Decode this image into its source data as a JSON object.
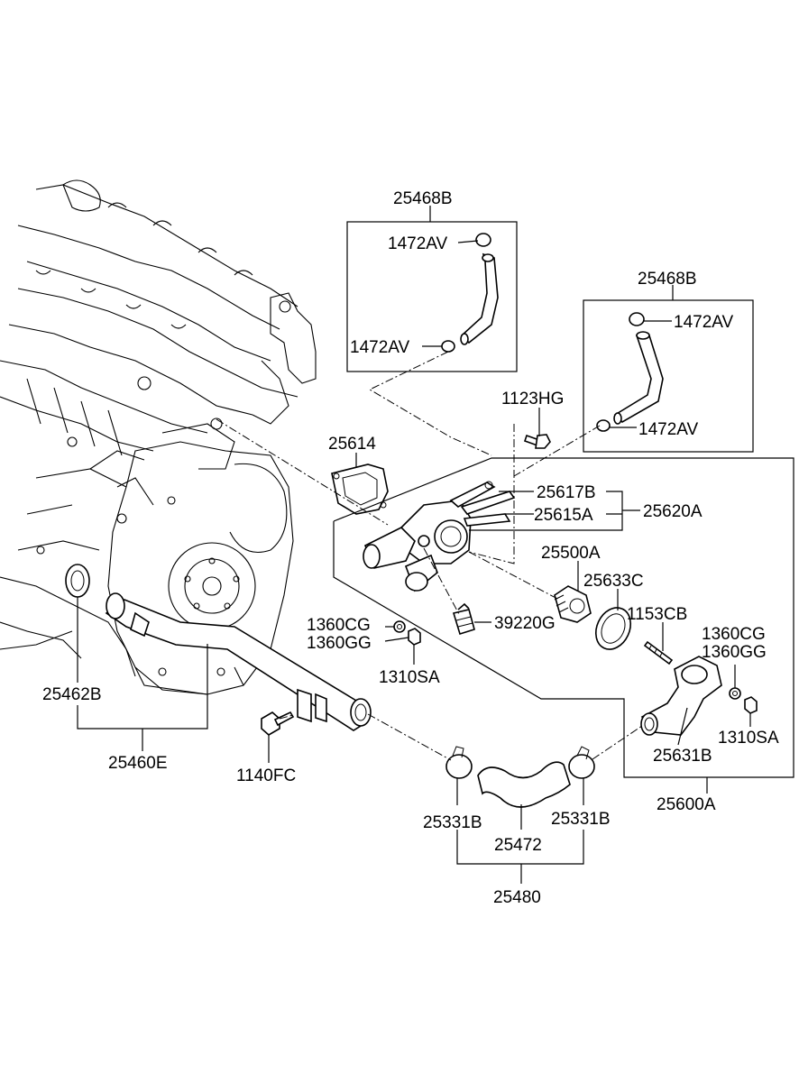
{
  "labels": {
    "hose_kit_top": "25468B",
    "clamp_top_upper": "1472AV",
    "clamp_top_lower": "1472AV",
    "hose_kit_right": "25468B",
    "clamp_right_upper": "1472AV",
    "clamp_right_lower": "1472AV",
    "bolt_1123HG": "1123HG",
    "gasket_25614": "25614",
    "pipe_25617B": "25617B",
    "pipe_25615A": "25615A",
    "housing_assy_25620A": "25620A",
    "thermostat_25500A": "25500A",
    "gasket_25633C": "25633C",
    "stud_1153CB": "1153CB",
    "washer_left_cg": "1360CG",
    "washer_left_gg": "1360GG",
    "sensor_39220G": "39220G",
    "nut_left_1310SA": "1310SA",
    "washer_right_cg": "1360CG",
    "washer_right_gg": "1360GG",
    "nut_right_1310SA": "1310SA",
    "fitting_25631B": "25631B",
    "assy_25600A": "25600A",
    "oring_25462B": "25462B",
    "pipe_assy_25460E": "25460E",
    "bolt_1140FC": "1140FC",
    "clamp_left_25331B": "25331B",
    "clamp_right_25331B": "25331B",
    "hose_25472": "25472",
    "hose_assy_25480": "25480"
  }
}
